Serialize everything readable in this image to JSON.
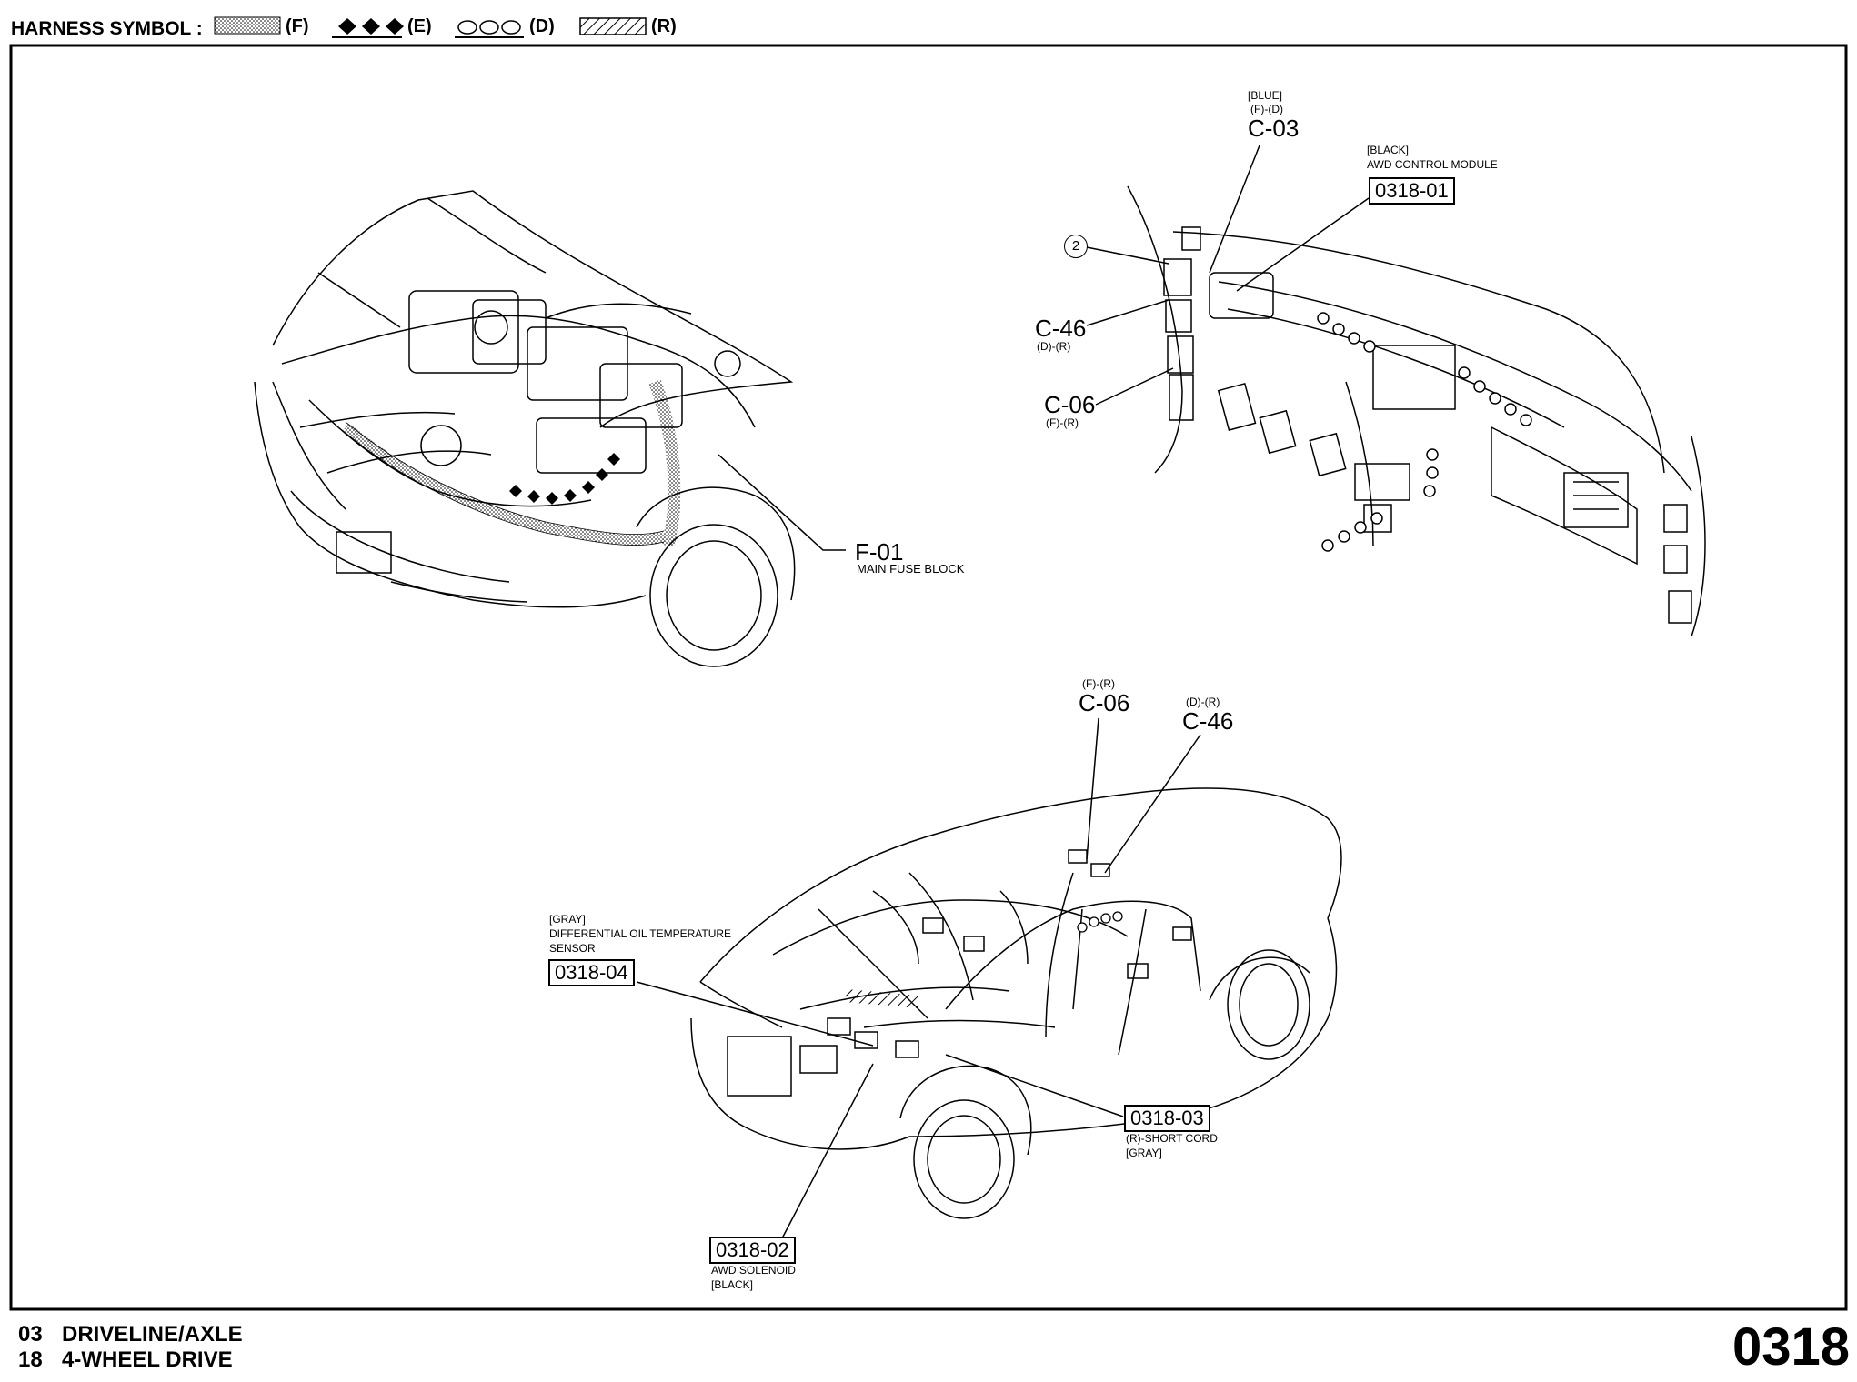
{
  "legend": {
    "label": "HARNESS SYMBOL :",
    "items": [
      {
        "code": "(F)",
        "pattern": "dotted"
      },
      {
        "code": "(E)",
        "pattern": "diamonds"
      },
      {
        "code": "(D)",
        "pattern": "circles"
      },
      {
        "code": "(R)",
        "pattern": "hatched"
      }
    ]
  },
  "callouts": {
    "f01": {
      "code": "F-01",
      "desc": "MAIN FUSE BLOCK"
    },
    "c03_top": {
      "color": "[BLUE]",
      "harness": "(F)-(D)",
      "code": "C-03"
    },
    "awd_module": {
      "color": "[BLACK]",
      "desc": "AWD CONTROL MODULE",
      "code": "0318-01"
    },
    "c46_top": {
      "code": "C-46",
      "harness": "(D)-(R)"
    },
    "c06_top": {
      "code": "C-06",
      "harness": "(F)-(R)"
    },
    "marker_2": "2",
    "c06_bottom": {
      "harness": "(F)-(R)",
      "code": "C-06"
    },
    "c46_bottom": {
      "harness": "(D)-(R)",
      "code": "C-46"
    },
    "diff_sensor": {
      "color": "[GRAY]",
      "desc1": "DIFFERENTIAL OIL TEMPERATURE",
      "desc2": "SENSOR",
      "code": "0318-04"
    },
    "short_cord": {
      "code": "0318-03",
      "desc": "(R)-SHORT CORD",
      "color": "[GRAY]"
    },
    "awd_solenoid": {
      "code": "0318-02",
      "desc": "AWD SOLENOID",
      "color": "[BLACK]"
    }
  },
  "footer": {
    "line1_num": "03",
    "line1_text": "DRIVELINE/AXLE",
    "line2_num": "18",
    "line2_text": "4-WHEEL DRIVE",
    "page": "0318"
  }
}
